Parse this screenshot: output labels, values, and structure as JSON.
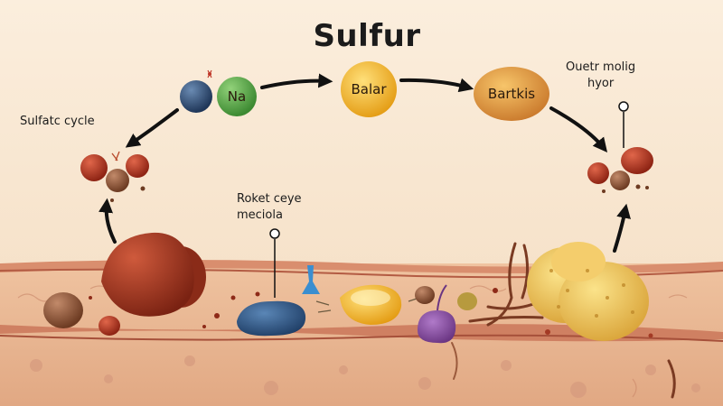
{
  "title": "Sulfur",
  "labels": {
    "sulfate_cycle": "Sulfatc cycle",
    "na": "Na",
    "balar": "Balar",
    "bartkis": "Bartkis",
    "top_right": "Ouetr molig\nhyor",
    "middle": "Roket ceye\nmeciola"
  },
  "colors": {
    "background_top": "#faebd8",
    "soil": "#e7b590",
    "arrow": "#111111",
    "na_green": "#5aa84a",
    "navy_sphere": "#33547c",
    "balar_yellow": "#f0b21b",
    "bartkis_orange": "#e2a040",
    "red_cluster": "#b1321e"
  }
}
